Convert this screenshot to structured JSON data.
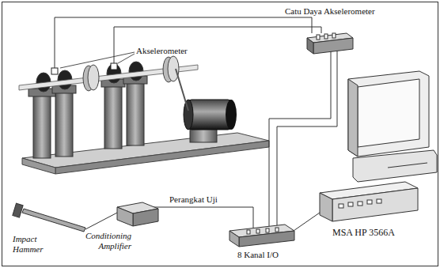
{
  "diagram": {
    "labels": [
      "Catu Daya Akselerometer",
      "Akselerometer",
      "Impact Hammer",
      "Conditioning Amplifier",
      "Perangkat Uji",
      "8 Kanal I/O",
      "MSA HP 3566A"
    ]
  }
}
